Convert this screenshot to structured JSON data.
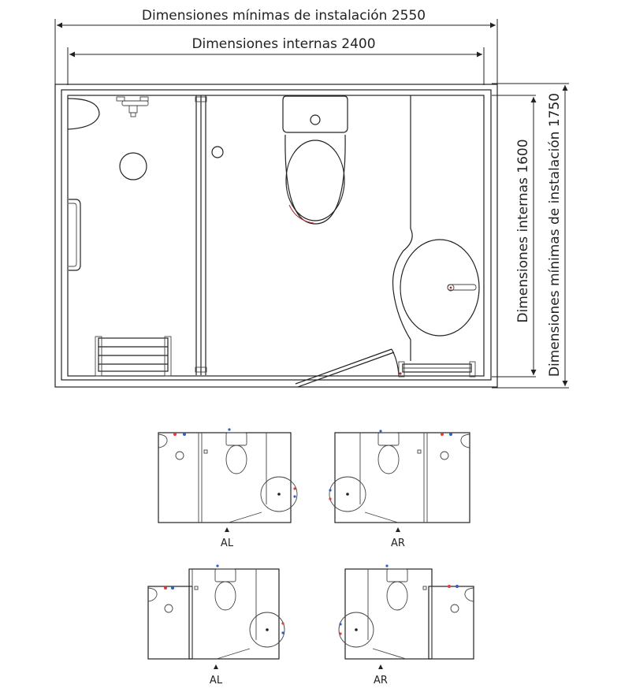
{
  "dimensions": {
    "install_width": "Dimensiones mínimas de instalación 2550",
    "internal_width": "Dimensiones internas 2400",
    "internal_depth": "Dimensiones internas 1600",
    "install_depth": "Dimensiones mínimas de instalación 1750"
  },
  "variants": [
    {
      "label": "AL"
    },
    {
      "label": "AR"
    },
    {
      "label": "AL"
    },
    {
      "label": "AR"
    }
  ],
  "colors": {
    "hot": "#e23b3b",
    "cold": "#2f5fc4",
    "line": "#222222",
    "drain": "#b03030"
  }
}
